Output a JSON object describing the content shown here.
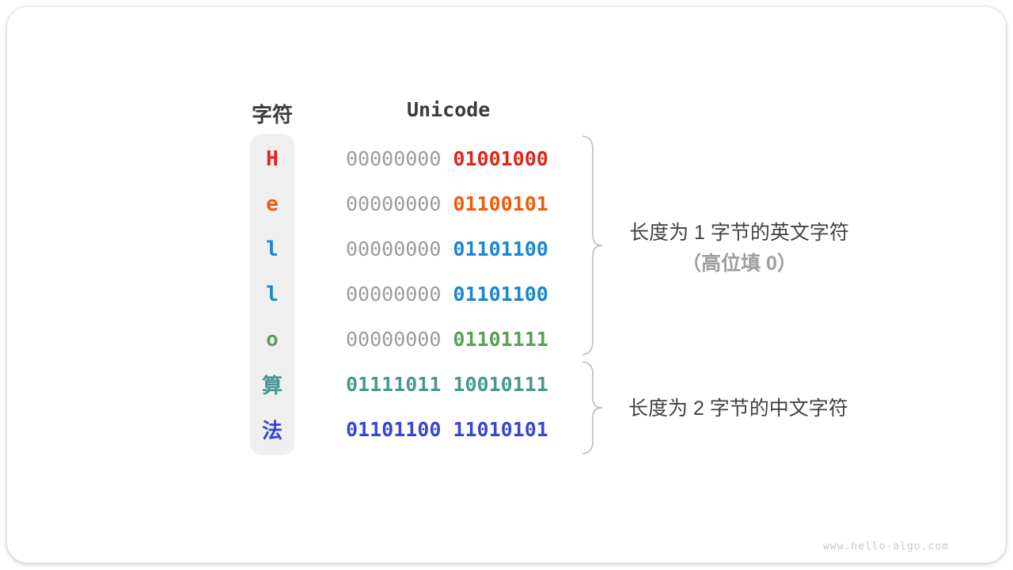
{
  "header": {
    "char_col": "字符",
    "unicode_col": "Unicode"
  },
  "rows": [
    {
      "char": "H",
      "color": "#e0261c",
      "high_byte": "00000000",
      "low_byte": "01001000"
    },
    {
      "char": "e",
      "color": "#ed5b0d",
      "high_byte": "00000000",
      "low_byte": "01100101"
    },
    {
      "char": "l",
      "color": "#1a86d0",
      "high_byte": "00000000",
      "low_byte": "01101100"
    },
    {
      "char": "l",
      "color": "#1a86d0",
      "high_byte": "00000000",
      "low_byte": "01101100"
    },
    {
      "char": "o",
      "color": "#57a157",
      "high_byte": "00000000",
      "low_byte": "01101111"
    },
    {
      "char": "算",
      "color": "#47988e",
      "high_byte": "01111011",
      "low_byte": "10010111"
    },
    {
      "char": "法",
      "color": "#3845d5",
      "high_byte": "01101100",
      "low_byte": "11010101"
    }
  ],
  "annotations": {
    "english_group_line1": "长度为 1 字节的英文字符",
    "english_group_line2": "（高位填 0）",
    "chinese_group": "长度为 2 字节的中文字符"
  },
  "watermark": "www.hello-algo.com",
  "colors": {
    "gray_bits": "#9b9b9b",
    "header_text": "#3b3b3b",
    "row_bg": "#efefef",
    "annotation_primary": "#424242",
    "annotation_secondary": "#9e9e9e",
    "brace": "#b9b9b9",
    "watermark": "#c9c9c9"
  }
}
